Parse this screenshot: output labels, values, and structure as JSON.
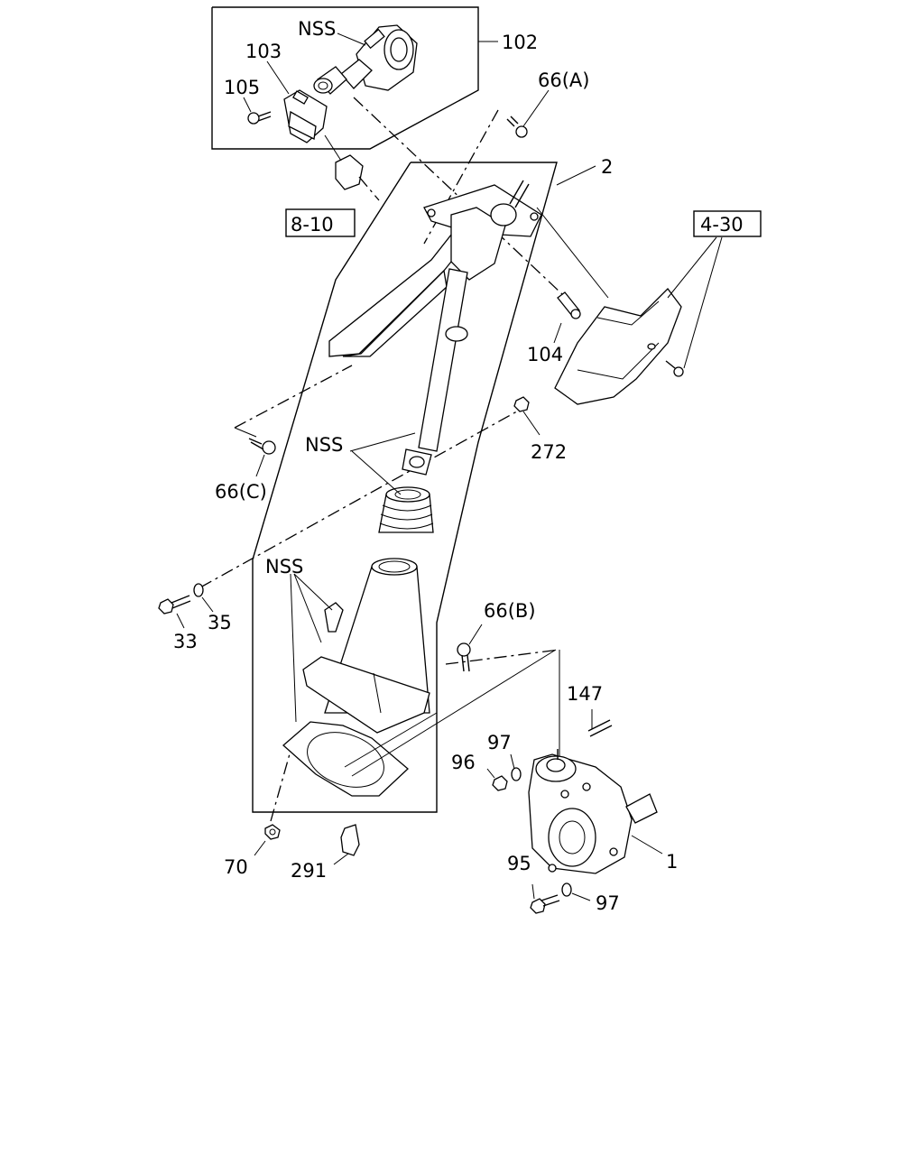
{
  "diagram": {
    "labels": {
      "nss_top": "NSS",
      "p102": "102",
      "p103": "103",
      "p105": "105",
      "p66a": "66(A)",
      "p2": "2",
      "p8_10": "8-10",
      "p4_30": "4-30",
      "p104": "104",
      "nss_mid": "NSS",
      "p272": "272",
      "p66c": "66(C)",
      "nss_low": "NSS",
      "p33": "33",
      "p35": "35",
      "p66b": "66(B)",
      "p147": "147",
      "p97a": "97",
      "p96": "96",
      "p1": "1",
      "p95": "95",
      "p97b": "97",
      "p70": "70",
      "p291": "291"
    }
  }
}
